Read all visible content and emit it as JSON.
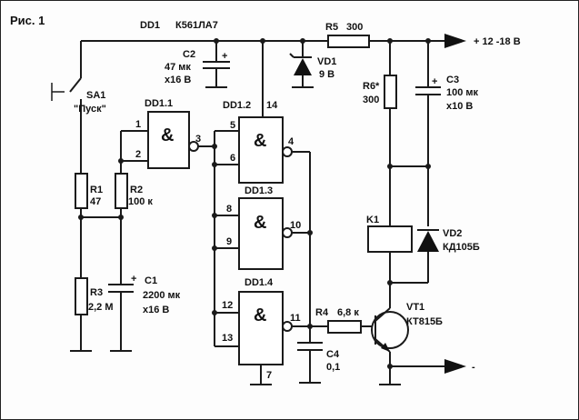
{
  "figure": {
    "title": "Рис. 1"
  },
  "chip": {
    "ref": "DD1",
    "type": "К561ЛА7"
  },
  "gates": {
    "dd11": {
      "name": "DD1.1",
      "sym": "&",
      "in1": "1",
      "in2": "2",
      "out": "3"
    },
    "dd12": {
      "name": "DD1.2",
      "sym": "&",
      "in1": "5",
      "in2": "6",
      "out": "4",
      "vcc": "14"
    },
    "dd13": {
      "name": "DD1.3",
      "sym": "&",
      "in1": "8",
      "in2": "9",
      "out": "10"
    },
    "dd14": {
      "name": "DD1.4",
      "sym": "&",
      "in1": "12",
      "in2": "13",
      "out": "11",
      "gnd": "7"
    }
  },
  "switch": {
    "ref": "SA1",
    "name": "\"Пуск\""
  },
  "resistors": {
    "r1": {
      "ref": "R1",
      "value": "47"
    },
    "r2": {
      "ref": "R2",
      "value": "100 к"
    },
    "r3": {
      "ref": "R3",
      "value": "2,2 М"
    },
    "r4": {
      "ref": "R4",
      "value": "6,8 к"
    },
    "r5": {
      "ref": "R5",
      "value": "300"
    },
    "r6": {
      "ref": "R6*",
      "value": "300"
    }
  },
  "capacitors": {
    "c1": {
      "ref": "C1",
      "value": "2200 мк",
      "voltage": "x16 В"
    },
    "c2": {
      "ref": "C2",
      "value": "47 мк",
      "voltage": "x16 В"
    },
    "c3": {
      "ref": "C3",
      "value": "100 мк",
      "voltage": "x10 В"
    },
    "c4": {
      "ref": "C4",
      "value": "0,1"
    }
  },
  "diodes": {
    "vd1": {
      "ref": "VD1",
      "value": "9 В"
    },
    "vd2": {
      "ref": "VD2",
      "value": "КД105Б"
    }
  },
  "relay": {
    "ref": "K1"
  },
  "transistor": {
    "ref": "VT1",
    "type": "КТ815Б"
  },
  "power": {
    "plus": "+ 12 -18 В",
    "minus": "-"
  },
  "polarity": {
    "plus": "+"
  }
}
